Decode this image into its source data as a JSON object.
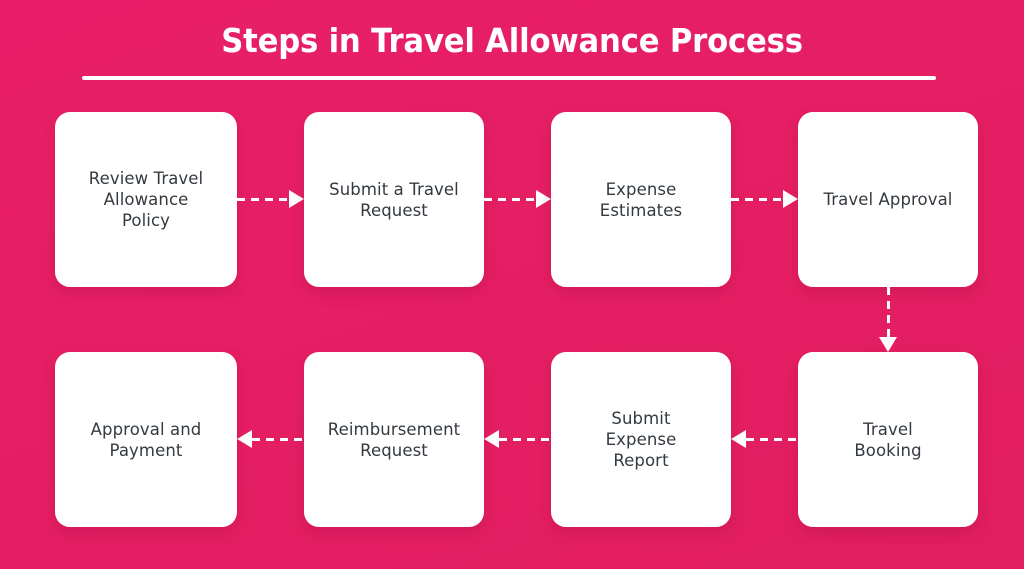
{
  "header": {
    "title": "Steps in Travel Allowance Process"
  },
  "theme": {
    "background_color": "#e8216a",
    "card_color": "#ffffff",
    "text_color": "#333a40",
    "accent_color": "#ffffff"
  },
  "flowchart": {
    "type": "process-flow",
    "direction": "serpentine-right-then-left",
    "nodes": [
      {
        "id": 1,
        "label": "Review Travel\nAllowance\nPolicy",
        "row": 1,
        "col": 1
      },
      {
        "id": 2,
        "label": "Submit a Travel\nRequest",
        "row": 1,
        "col": 2
      },
      {
        "id": 3,
        "label": "Expense\nEstimates",
        "row": 1,
        "col": 3
      },
      {
        "id": 4,
        "label": "Travel Approval",
        "row": 1,
        "col": 4
      },
      {
        "id": 5,
        "label": "Travel\nBooking",
        "row": 2,
        "col": 4
      },
      {
        "id": 6,
        "label": "Submit\nExpense\nReport",
        "row": 2,
        "col": 3
      },
      {
        "id": 7,
        "label": "Reimbursement\nRequest",
        "row": 2,
        "col": 2
      },
      {
        "id": 8,
        "label": "Approval and\nPayment",
        "row": 2,
        "col": 1
      }
    ],
    "connectors": [
      {
        "from": 1,
        "to": 2,
        "style": "dashed",
        "direction": "right"
      },
      {
        "from": 2,
        "to": 3,
        "style": "dashed",
        "direction": "right"
      },
      {
        "from": 3,
        "to": 4,
        "style": "dashed",
        "direction": "right"
      },
      {
        "from": 4,
        "to": 5,
        "style": "dashed",
        "direction": "down"
      },
      {
        "from": 5,
        "to": 6,
        "style": "dashed",
        "direction": "left"
      },
      {
        "from": 6,
        "to": 7,
        "style": "dashed",
        "direction": "left"
      },
      {
        "from": 7,
        "to": 8,
        "style": "dashed",
        "direction": "left"
      }
    ]
  }
}
